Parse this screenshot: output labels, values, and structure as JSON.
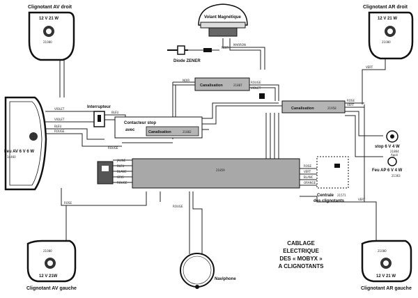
{
  "components": {
    "clignotant_av_droit": {
      "title": "Clignotant AV droit",
      "rating": "12 V 21 W",
      "ref": "21080"
    },
    "clignotant_ar_droit": {
      "title": "Clignotant AR droit",
      "rating": "12 V 21 W",
      "ref": "21080"
    },
    "clignotant_av_gauche": {
      "title": "Clignotant AV gauche",
      "rating": "12 V 21W",
      "ref": "21080"
    },
    "clignotant_ar_gauche": {
      "title": "Clignotant AR gauche",
      "rating": "12 V 21 W",
      "ref": "21080"
    },
    "volant": {
      "title": "Volant Magnétique"
    },
    "diode": {
      "title": "Diode ZENER"
    },
    "interrupteur": {
      "title": "Interrupteur"
    },
    "contacteur": {
      "line1": "Contacteur stop",
      "line2": "avec",
      "canal": "Canalisation",
      "ref": "21882"
    },
    "feu_av": {
      "title": "Feu AV 6 V 6 W",
      "ref": "14460"
    },
    "canal_top": {
      "title": "Canalisation",
      "ref": "21887"
    },
    "canal_right": {
      "title": "Canalisation",
      "ref": "21958"
    },
    "canal_main": {
      "ref": "21859"
    },
    "stop": {
      "title": "stop 6 V 4 W",
      "ref": "21864",
      "sub": "Appli"
    },
    "feu_ap": {
      "title": "Feu AP 6 V 4 W",
      "ref": "21363"
    },
    "centrale": {
      "line1": "Centrale",
      "ref": "21571",
      "line2": "des clignotants"
    },
    "naviphone": {
      "title": "Naviphone"
    }
  },
  "caption": {
    "line1": "CABLAGE",
    "line2": "ELECTRIQUE",
    "line3": "DES « MOBYX »",
    "line4": "A CLIGNOTANTS"
  },
  "wire_labels": {
    "noir": "NOIR",
    "marron": "MARRON",
    "rouge": "ROUGE",
    "violet": "VIOLET",
    "vert": "VERT",
    "blanc": "BLANC",
    "bleu": "BLEU",
    "jaune": "JAUNE",
    "gris": "GRIS",
    "orange": "ORANGE",
    "rose": "ROSE"
  }
}
